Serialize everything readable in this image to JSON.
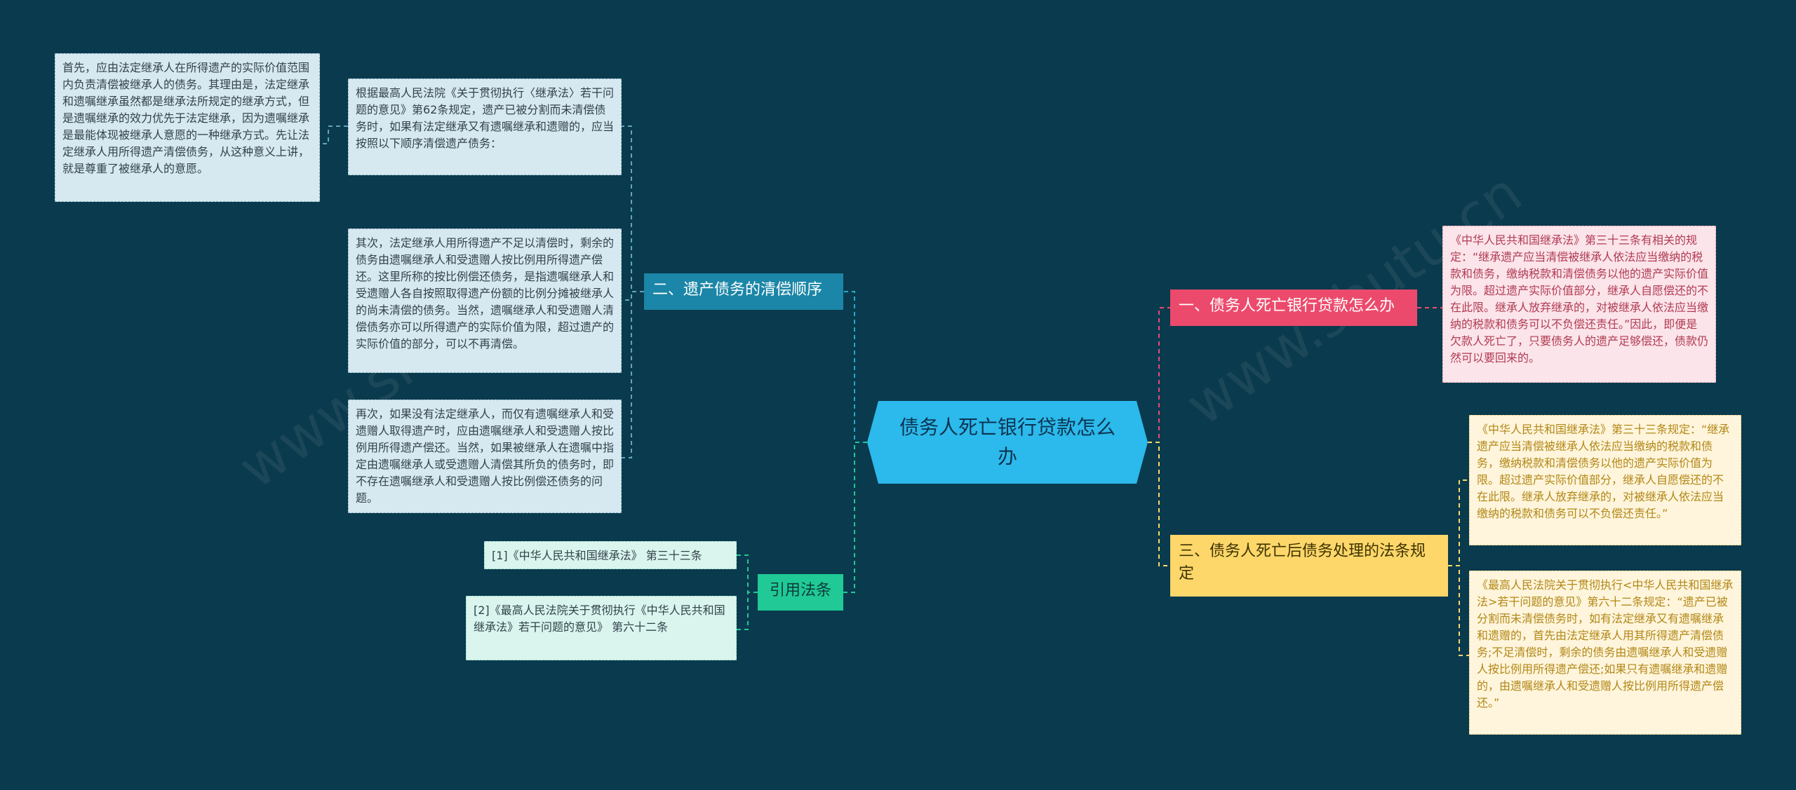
{
  "center": {
    "label": "债务人死亡银行贷款怎么办"
  },
  "branches": {
    "order": {
      "label": "二、遗产债务的清偿顺序"
    },
    "law": {
      "label": "引用法条"
    },
    "loan": {
      "label": "一、债务人死亡银行贷款怎么办"
    },
    "procedure": {
      "label": "三、债务人死亡后债务处理的法条规定"
    }
  },
  "leaves": {
    "order_intro": "根据最高人民法院《关于贯彻执行〈继承法〉若干问题的意见》第62条规定，遗产已被分割而未清偿债务时，如果有法定继承又有遗嘱继承和遗赠的，应当按照以下顺序清偿遗产债务：",
    "order_first": "首先，应由法定继承人在所得遗产的实际价值范围内负责清偿被继承人的债务。其理由是，法定继承和遗嘱继承虽然都是继承法所规定的继承方式，但是遗嘱继承的效力优先于法定继承，因为遗嘱继承是最能体现被继承人意愿的一种继承方式。先让法定继承人用所得遗产清偿债务，从这种意义上讲，就是尊重了被继承人的意愿。",
    "order_second": "其次，法定继承人用所得遗产不足以清偿时，剩余的债务由遗嘱继承人和受遗赠人按比例用所得遗产偿还。这里所称的按比例偿还债务，是指遗嘱继承人和受遗赠人各自按照取得遗产份额的比例分摊被继承人的尚未清偿的债务。当然，遗嘱继承人和受遗赠人清偿债务亦可以所得遗产的实际价值为限，超过遗产的实际价值的部分，可以不再清偿。",
    "order_third": "再次，如果没有法定继承人，而仅有遗嘱继承人和受遗赠人取得遗产时，应由遗嘱继承人和受遗赠人按比例用所得遗产偿还。当然，如果被继承人在遗嘱中指定由遗嘱继承人或受遗赠人清偿其所负的债务时，即不存在遗嘱继承人和受遗赠人按比例偿还债务的问题。",
    "law_1": "[1]《中华人民共和国继承法》 第三十三条",
    "law_2": "[2]《最高人民法院关于贯彻执行《中华人民共和国继承法》若干问题的意见》 第六十二条",
    "loan_detail": "《中华人民共和国继承法》第三十三条有相关的规定：“继承遗产应当清偿被继承人依法应当缴纳的税款和债务，缴纳税款和清偿债务以他的遗产实际价值为限。超过遗产实际价值部分，继承人自愿偿还的不在此限。继承人放弃继承的，对被继承人依法应当缴纳的税款和债务可以不负偿还责任。”因此，即便是欠款人死亡了，只要债务人的遗产足够偿还，债款仍然可以要回来的。",
    "proc_1": "《中华人民共和国继承法》第三十三条规定：“继承遗产应当清偿被继承人依法应当缴纳的税款和债务，缴纳税款和清偿债务以他的遗产实际价值为限。超过遗产实际价值部分，继承人自愿偿还的不在此限。继承人放弃继承的，对被继承人依法应当缴纳的税款和债务可以不负偿还责任。”",
    "proc_2": "《最高人民法院关于贯彻执行<中华人民共和国继承法>若干问题的意见》第六十二条规定：“遗产已被分割而未清偿债务时，如有法定继承又有遗嘱继承和遗赠的，首先由法定继承人用其所得遗产清偿债务;不足清偿时，剩余的债务由遗嘱继承人和受遗赠人按比例用所得遗产偿还;如果只有遗嘱继承和遗赠的，由遗嘱继承人和受遗赠人按比例用所得遗产偿还。”"
  },
  "colors": {
    "background": "#0a3a4d",
    "center": "#2cb9ec",
    "branch_order": "#1b86a7",
    "branch_law": "#20c996",
    "branch_loan": "#ec4a6c",
    "branch_procedure": "#fdd76a"
  }
}
